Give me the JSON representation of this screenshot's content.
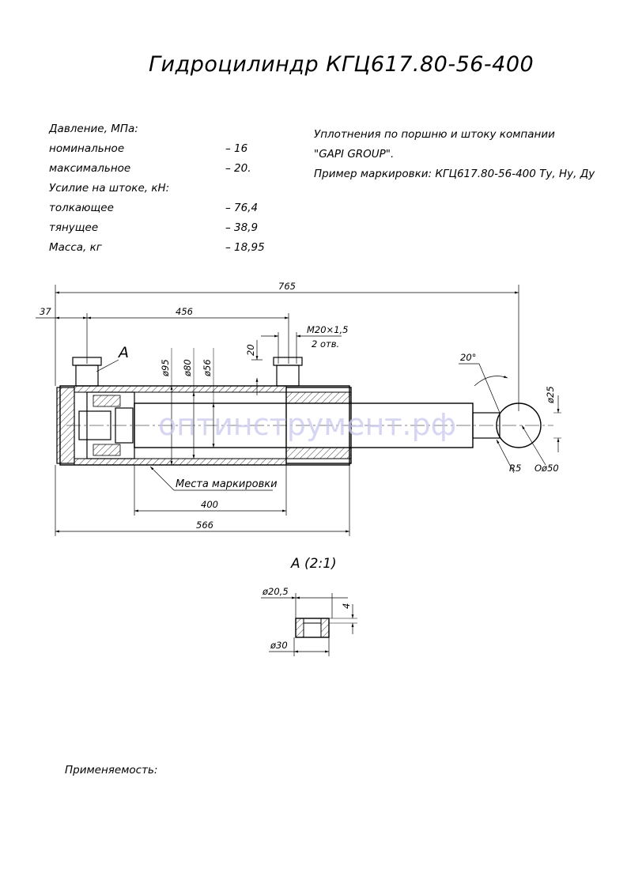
{
  "title": "Гидроцилиндр КГЦ617.80-56-400",
  "specs": {
    "pressure_header": "Давление, МПа:",
    "nominal_label": "номинальное",
    "nominal_value": "– 16",
    "max_label": "максимальное",
    "max_value": "– 20.",
    "force_header": "Усилие на штоке, кН:",
    "push_label": "толкающее",
    "push_value": "– 76,4",
    "pull_label": "тянущее",
    "pull_value": "– 38,9",
    "mass_label": "Масса, кг",
    "mass_value": "– 18,95"
  },
  "notes": {
    "line1": "Уплотнения по поршню и штоку компании",
    "line2": "\"GAPI GROUP\".",
    "line3": "Пример маркировки: КГЦ617.80-56-400 Ту, Ну, Ду"
  },
  "drawing": {
    "dim_total": "765",
    "dim_37": "37",
    "dim_456": "456",
    "dim_thread": "М20×1,5",
    "dim_holes": "2 отв.",
    "dim_20": "20",
    "label_A": "А",
    "dim_d95": "ø95",
    "dim_d80": "ø80",
    "dim_d56": "ø56",
    "dim_angle": "20°",
    "dim_d25": "ø25",
    "dim_R5": "R5",
    "dim_sphere": "Оø50",
    "marking_label": "Места маркировки",
    "dim_400": "400",
    "dim_566": "566",
    "watermark": "оптинструмент.рф"
  },
  "detail": {
    "title": "А (2:1)",
    "dim_d205": "ø20,5",
    "dim_4": "4",
    "dim_d30": "ø30"
  },
  "footer": {
    "applicability": "Применяемость:"
  }
}
